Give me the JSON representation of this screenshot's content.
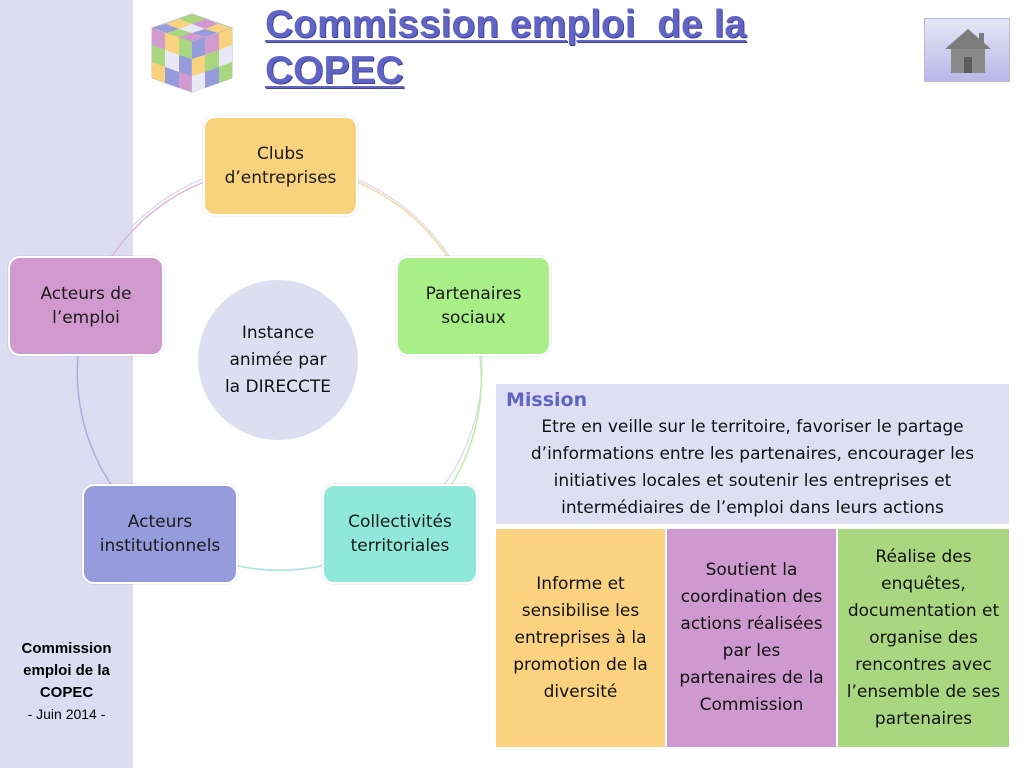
{
  "title": "Commission emploi  de la\nCOPEC",
  "footer": {
    "name": "Commission emploi de la COPEC",
    "date": "- Juin 2014 -"
  },
  "cycle": {
    "center_label": "Instance animée par la DIRECCTE",
    "nodes": [
      {
        "label": "Clubs d’entreprises",
        "color": "#f9d27d"
      },
      {
        "label": "Partenaires sociaux",
        "color": "#a9ef88"
      },
      {
        "label": "Collectivités territoriales",
        "color": "#90e8d8"
      },
      {
        "label": "Acteurs institutionnels",
        "color": "#969bdc"
      },
      {
        "label": "Acteurs de l’emploi",
        "color": "#d19ace"
      }
    ]
  },
  "mission": {
    "label": "Mission",
    "text": "Etre en veille sur le territoire, favoriser le partage d’informations entre les partenaires, encourager les initiatives locales et soutenir les entreprises et intermédiaires de l’emploi dans leurs actions"
  },
  "actions": [
    {
      "text": "Informe et sensibilise les entreprises à la promotion de la diversité",
      "color": "#fbd27f"
    },
    {
      "text": "Soutient la coordination des actions réalisées par les partenaires de la Commission",
      "color": "#cd99cf"
    },
    {
      "text": "Réalise des enquêtes, documentation et organise des rencontres avec l’ensemble de ses partenaires",
      "color": "#a9d77f"
    }
  ],
  "icons": {
    "logo": "cube-logo-icon",
    "home": "home-icon"
  }
}
